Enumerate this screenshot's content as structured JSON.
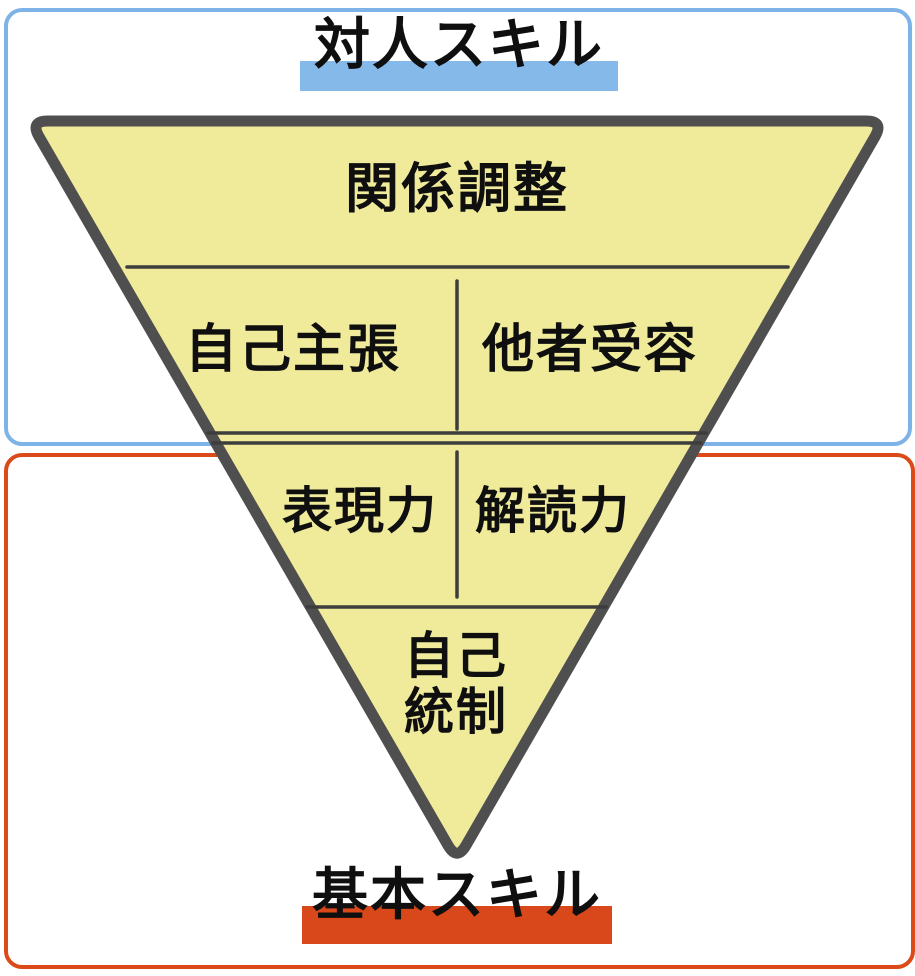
{
  "labels": {
    "top": "対人スキル",
    "bottom": "基本スキル"
  },
  "pyramid": {
    "level1": "関係調整",
    "level2": {
      "left": "自己主張",
      "right": "他者受容"
    },
    "level3": {
      "left": "表現力",
      "right": "解読力"
    },
    "level4": {
      "line1": "自己",
      "line2": "統制"
    }
  },
  "colors": {
    "background": "#FFFFFF",
    "triangle_fill": "#F0EB9B",
    "triangle_border": "#4F4F4F",
    "divider_line": "#3D3D3D",
    "top_region_border": "#7EB3E7",
    "bottom_region_border": "#DC4A19",
    "top_label_highlight": "#85B9E9",
    "bottom_label_highlight": "#D8481A",
    "text": "#0F0F0F"
  }
}
